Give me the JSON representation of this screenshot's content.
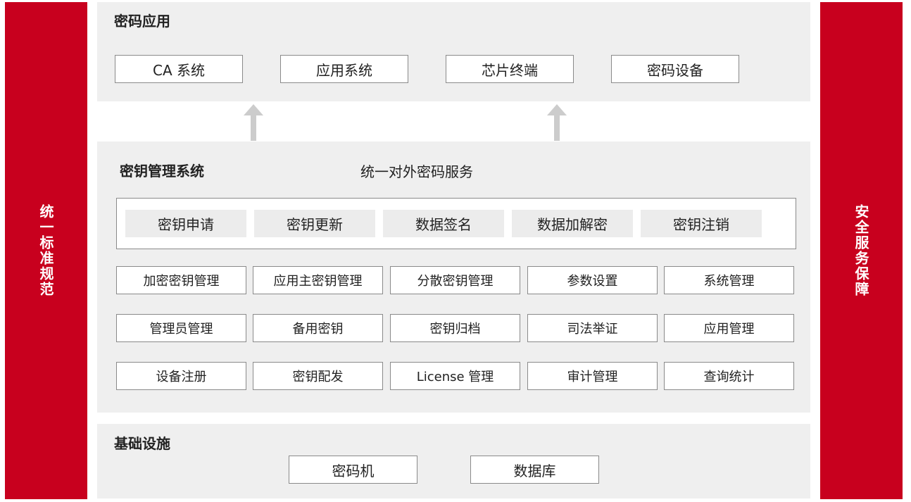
{
  "left_bar": "统一标准规范",
  "right_bar": "安全服务保障",
  "app_layer": {
    "title": "密码应用",
    "items": [
      "CA 系统",
      "应用系统",
      "芯片终端",
      "密码设备"
    ]
  },
  "kms": {
    "title": "密钥管理系统",
    "subtitle": "统一对外密码服务",
    "services": [
      "密钥申请",
      "密钥更新",
      "数据签名",
      "数据加解密",
      "密钥注销"
    ],
    "rows": [
      [
        "加密密钥管理",
        "应用主密钥管理",
        "分散密钥管理",
        "参数设置",
        "系统管理"
      ],
      [
        "管理员管理",
        "备用密钥",
        "密钥归档",
        "司法举证",
        "应用管理"
      ],
      [
        "设备注册",
        "密钥配发",
        "License 管理",
        "审计管理",
        "查询统计"
      ]
    ]
  },
  "base_layer": {
    "title": "基础设施",
    "items": [
      "密码机",
      "数据库"
    ]
  },
  "colors": {
    "accent": "#c8001e",
    "panel": "#efefef",
    "arrow": "#cccccc"
  }
}
